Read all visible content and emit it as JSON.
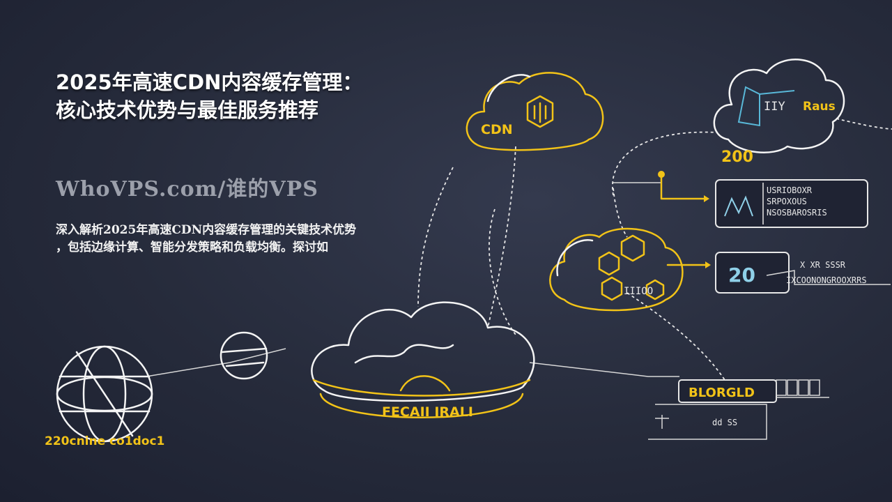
{
  "title": {
    "line1": "2025年高速CDN内容缓存管理：",
    "line2": "核心技术优势与最佳服务推荐"
  },
  "brand": "WhoVPS.com/谁的VPS",
  "description": {
    "line1": "深入解析2025年高速CDN内容缓存管理的关键技术优势",
    "line2": "，包括边缘计算、智能分发策略和负载均衡。探讨如"
  },
  "illustration": {
    "cdn_label": "CDN",
    "node_label_top": "Raus",
    "value_top": "200",
    "value_mid": "20",
    "node_label_bottom": "BLORGLD",
    "cloud_band_label": "FECAII IRALI",
    "globe_caption": "220cnine co1doc1",
    "cloud_mid_label": "IIIOO",
    "top_node_text": "IIY",
    "panel_code_lines": [
      "USRIOBOXR",
      "SRPOXOUS",
      "NSOSBAROSRIS"
    ],
    "panel_value_small": "X XR SSSR",
    "panel_value_line": "IXCOONONGROOXRRS",
    "bottom_small": "dd SS",
    "colors": {
      "accent": "#f2c318",
      "stroke": "#f4f4f4",
      "background": "#262b3b"
    }
  }
}
